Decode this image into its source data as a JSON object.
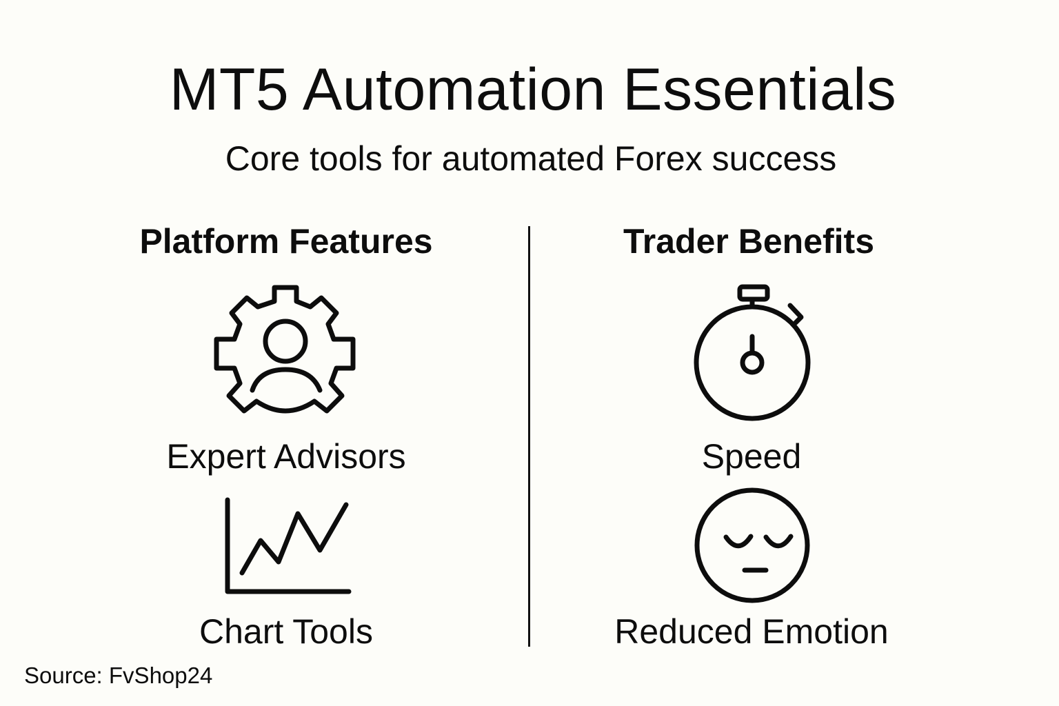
{
  "header": {
    "title": "MT5 Automation Essentials",
    "subtitle": "Core tools for automated Forex success"
  },
  "columns": [
    {
      "heading": "Platform Features",
      "items": [
        {
          "label": "Expert Advisors",
          "icon": "gear-user-icon"
        },
        {
          "label": "Chart Tools",
          "icon": "line-chart-icon"
        }
      ]
    },
    {
      "heading": "Trader Benefits",
      "items": [
        {
          "label": "Speed",
          "icon": "stopwatch-icon"
        },
        {
          "label": "Reduced Emotion",
          "icon": "calm-face-icon"
        }
      ]
    }
  ],
  "footer": {
    "source": "Source: FvShop24"
  },
  "colors": {
    "background": "#fdfdf9",
    "ink": "#0d0d0d"
  }
}
